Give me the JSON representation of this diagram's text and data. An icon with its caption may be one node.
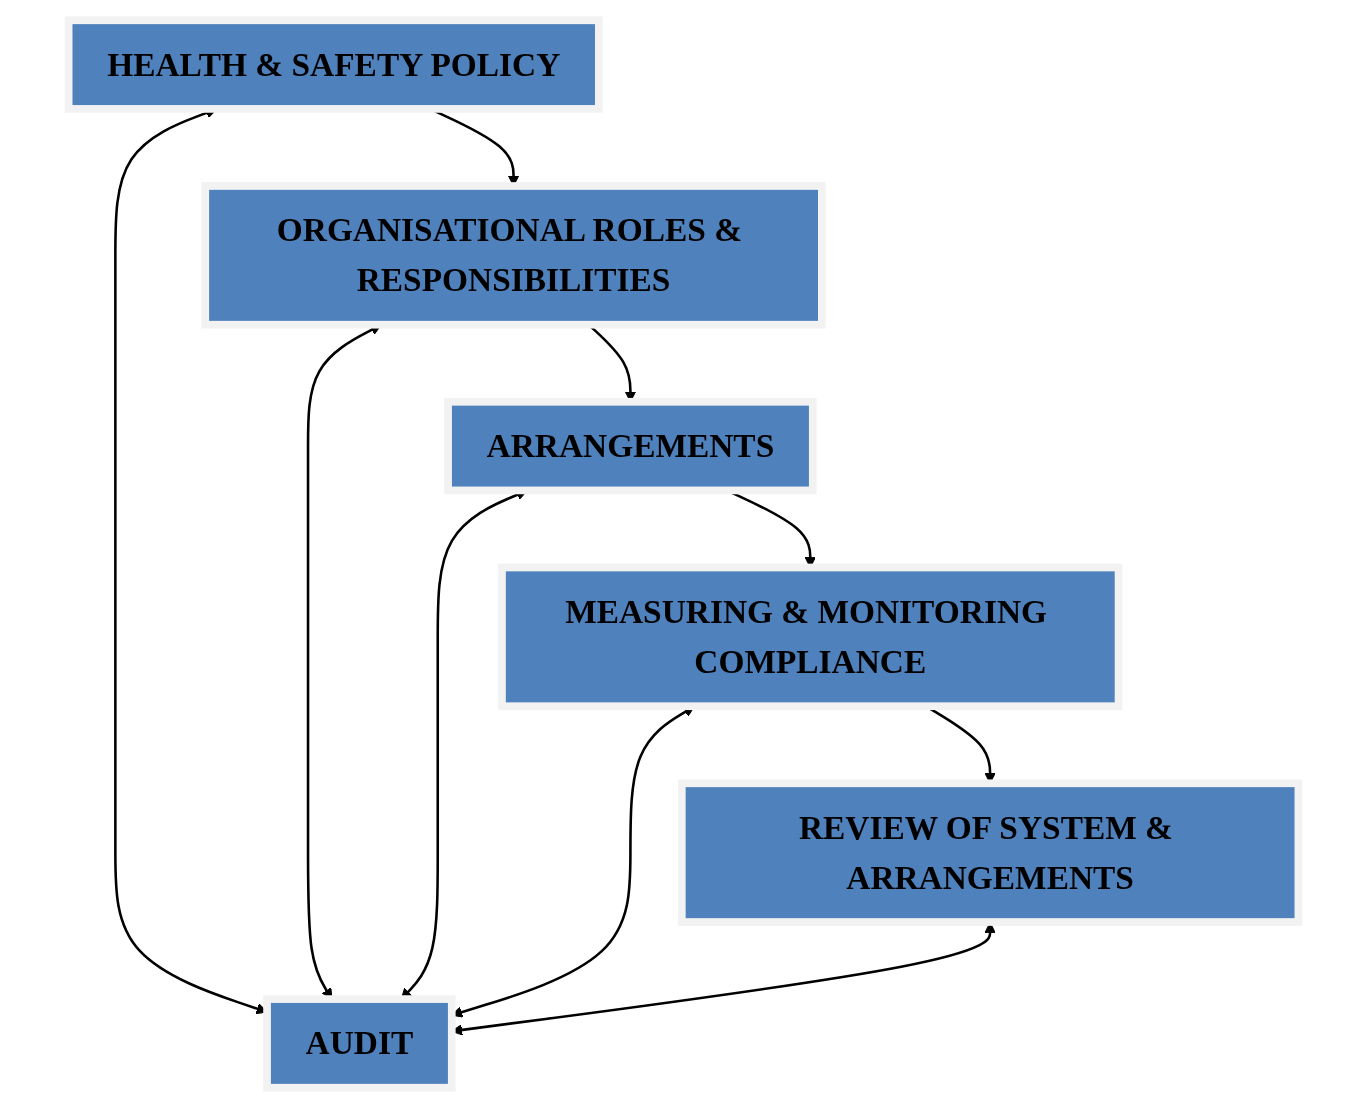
{
  "diagram": {
    "nodes": [
      {
        "text": [
          "HEALTH & SAFETY POLICY"
        ]
      },
      {
        "text": [
          "ORGANISATIONAL ROLES & RESPONSIBILITIES"
        ]
      },
      {
        "text": [
          "ARRANGEMENTS"
        ]
      },
      {
        "text": [
          "MEASURING & MONITORING COMPLIANCE"
        ]
      },
      {
        "text": [
          "REVIEW OF SYSTEM & ARRANGEMENTS"
        ]
      },
      {
        "text": [
          "AUDIT"
        ]
      }
    ],
    "edges": [
      {
        "from": 0,
        "to": 1,
        "arrow": "to"
      },
      {
        "from": 1,
        "to": 2,
        "arrow": "to"
      },
      {
        "from": 2,
        "to": 3,
        "arrow": "to"
      },
      {
        "from": 3,
        "to": 4,
        "arrow": "to"
      },
      {
        "from": 0,
        "to": 5,
        "arrow": "both"
      },
      {
        "from": 1,
        "to": 5,
        "arrow": "both"
      },
      {
        "from": 2,
        "to": 5,
        "arrow": "both"
      },
      {
        "from": 3,
        "to": 5,
        "arrow": "both"
      },
      {
        "from": 4,
        "to": 5,
        "arrow": "both"
      }
    ]
  }
}
